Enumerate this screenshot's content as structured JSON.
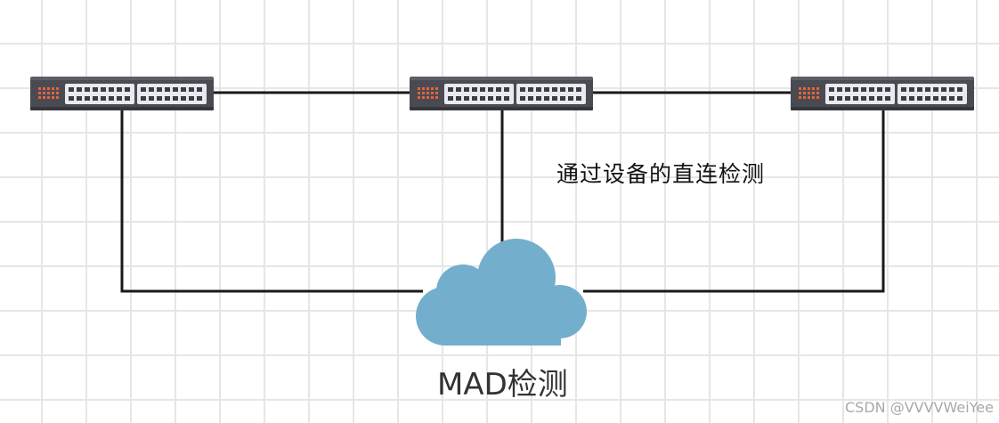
{
  "labels": {
    "direct_detection": "通过设备的直连检测",
    "mad_detection": "MAD检测"
  },
  "watermark": "CSDN @VVVVWeiYee",
  "nodes": [
    {
      "type": "switch",
      "icon": "network-switch-icon"
    },
    {
      "type": "switch",
      "icon": "network-switch-icon"
    },
    {
      "type": "switch",
      "icon": "network-switch-icon"
    },
    {
      "type": "cloud",
      "icon": "cloud-icon"
    }
  ],
  "colors": {
    "switch_body": "#4a4a52",
    "switch_panel": "#3c3c44",
    "switch_port": "#e7eaef",
    "switch_led": "#e2643a",
    "cloud": "#74aecd",
    "link": "#1a1a1a",
    "grid": "#e6e6e6"
  }
}
